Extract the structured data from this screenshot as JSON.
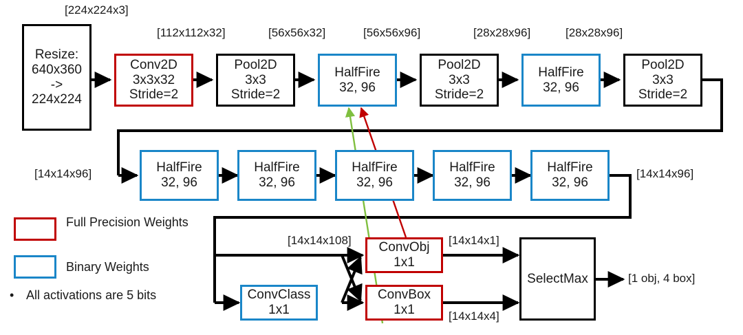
{
  "diagram": {
    "title": "Binary-weight CNN object detection pipeline",
    "colors": {
      "full_precision": "#c00000",
      "binary": "#1a86c8",
      "black": "#000000",
      "arrow_green": "#7fbf3f",
      "arrow_red": "#c00000"
    },
    "row1": {
      "blocks": [
        {
          "name": "resize-block",
          "style": "black",
          "lines": [
            "Resize:",
            "640x360",
            "->",
            "224x224"
          ]
        },
        {
          "name": "conv2d-block",
          "style": "red",
          "lines": [
            "Conv2D",
            "3x3x32",
            "Stride=2"
          ]
        },
        {
          "name": "pool2d-block-1",
          "style": "black",
          "lines": [
            "Pool2D",
            "3x3",
            "Stride=2"
          ]
        },
        {
          "name": "halffire-block-1",
          "style": "blue",
          "lines": [
            "HalfFire",
            "32, 96"
          ]
        },
        {
          "name": "pool2d-block-2",
          "style": "black",
          "lines": [
            "Pool2D",
            "3x3",
            "Stride=2"
          ]
        },
        {
          "name": "halffire-block-2",
          "style": "blue",
          "lines": [
            "HalfFire",
            "32, 96"
          ]
        },
        {
          "name": "pool2d-block-3",
          "style": "black",
          "lines": [
            "Pool2D",
            "3x3",
            "Stride=2"
          ]
        }
      ],
      "tensor_labels": [
        "[224x224x3]",
        "[112x112x32]",
        "[56x56x32]",
        "[56x56x96]",
        "[28x28x96]",
        "[28x28x96]"
      ]
    },
    "row2": {
      "input_label": "[14x14x96]",
      "output_label": "[14x14x96]",
      "blocks": [
        {
          "name": "halffire-block-3",
          "style": "blue",
          "lines": [
            "HalfFire",
            "32, 96"
          ]
        },
        {
          "name": "halffire-block-4",
          "style": "blue",
          "lines": [
            "HalfFire",
            "32, 96"
          ]
        },
        {
          "name": "halffire-block-5",
          "style": "blue",
          "lines": [
            "HalfFire",
            "32, 96"
          ]
        },
        {
          "name": "halffire-block-6",
          "style": "blue",
          "lines": [
            "HalfFire",
            "32, 96"
          ]
        },
        {
          "name": "halffire-block-7",
          "style": "blue",
          "lines": [
            "HalfFire",
            "32, 96"
          ]
        }
      ]
    },
    "row3": {
      "concat_label": "[14x14x108]",
      "blocks": [
        {
          "name": "convobj-block",
          "style": "red",
          "lines": [
            "ConvObj",
            "1x1"
          ]
        },
        {
          "name": "convclass-block",
          "style": "blue",
          "lines": [
            "ConvClass",
            "1x1"
          ]
        },
        {
          "name": "convbox-block",
          "style": "red",
          "lines": [
            "ConvBox",
            "1x1"
          ]
        },
        {
          "name": "selectmax-block",
          "style": "black",
          "lines": [
            "SelectMax"
          ]
        }
      ],
      "obj_label": "[14x14x1]",
      "box_label": "[14x14x4]",
      "output_label": "[1 obj, 4 box]"
    },
    "legend": {
      "items": [
        {
          "name": "legend-full-precision",
          "style": "red",
          "lines": [
            "Full Precision",
            "Weights"
          ]
        },
        {
          "name": "legend-binary",
          "style": "blue",
          "lines": [
            "Binary Weights"
          ]
        }
      ],
      "bullet": "•",
      "note_lines": [
        "All activations",
        "are 5 bits"
      ]
    }
  }
}
